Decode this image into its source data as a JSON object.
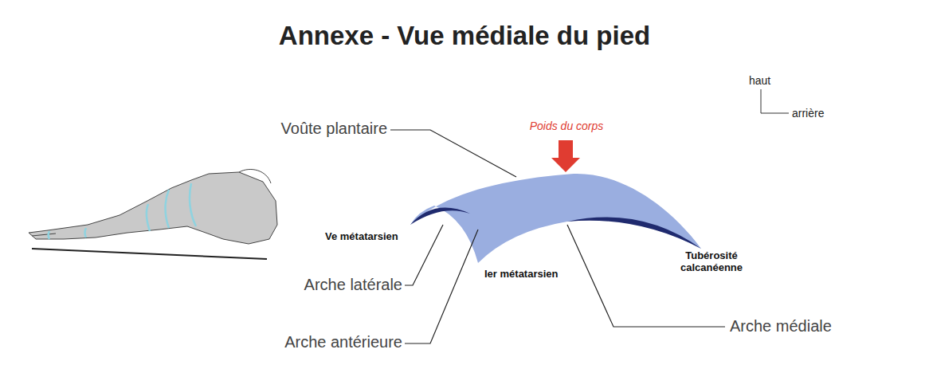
{
  "diagram": {
    "title": "Annexe - Vue médiale du pied",
    "labels": [
      "haut",
      "arrière",
      "Voûte plantaire",
      "Poids du corps",
      "Ve métatarsien",
      "Ier métatarsien",
      "Tubérosité calcanéenne",
      "Arche latérale",
      "Arche antérieure",
      "Arche médiale"
    ]
  }
}
